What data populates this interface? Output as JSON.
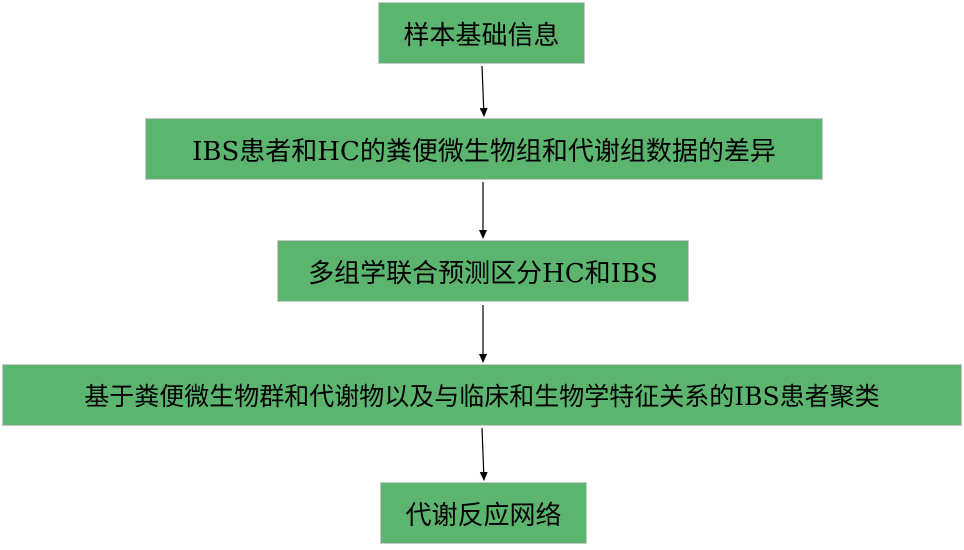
{
  "flowchart": {
    "steps": [
      {
        "label": "样本基础信息"
      },
      {
        "label": "IBS患者和HC的粪便微生物组和代谢组数据的差异"
      },
      {
        "label": "多组学联合预测区分HC和IBS"
      },
      {
        "label": "基于粪便微生物群和代谢物以及与临床和生物学特征关系的IBS患者聚类"
      },
      {
        "label": "代谢反应网络"
      }
    ],
    "colors": {
      "box_fill": "#5cb56f",
      "box_border": "#c9c9c9",
      "arrow": "#000000"
    }
  }
}
